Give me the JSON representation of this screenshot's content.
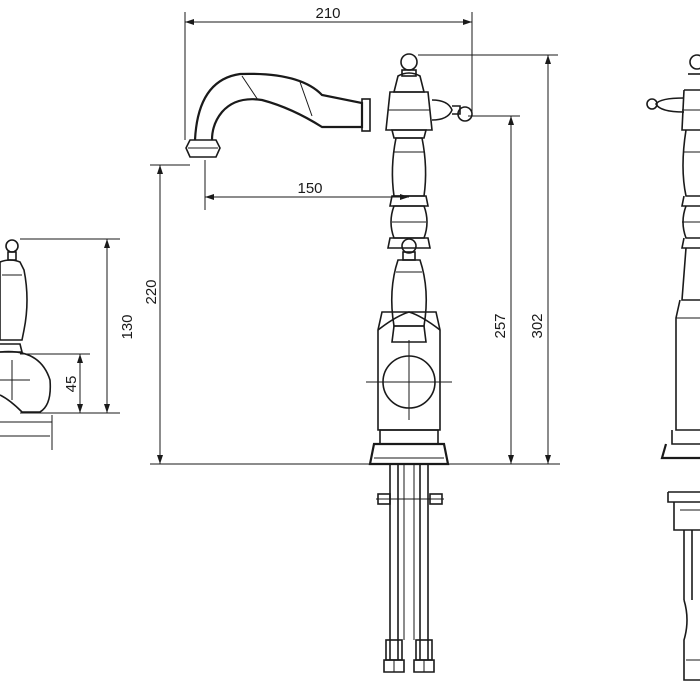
{
  "dimensions": {
    "overall_width": "210",
    "spout_reach": "150",
    "spout_height": "220",
    "lever_height": "257",
    "total_height": "302",
    "handle_height": "130",
    "handle_offset": "45"
  },
  "colors": {
    "line": "#1a1a1a",
    "background": "#ffffff"
  }
}
